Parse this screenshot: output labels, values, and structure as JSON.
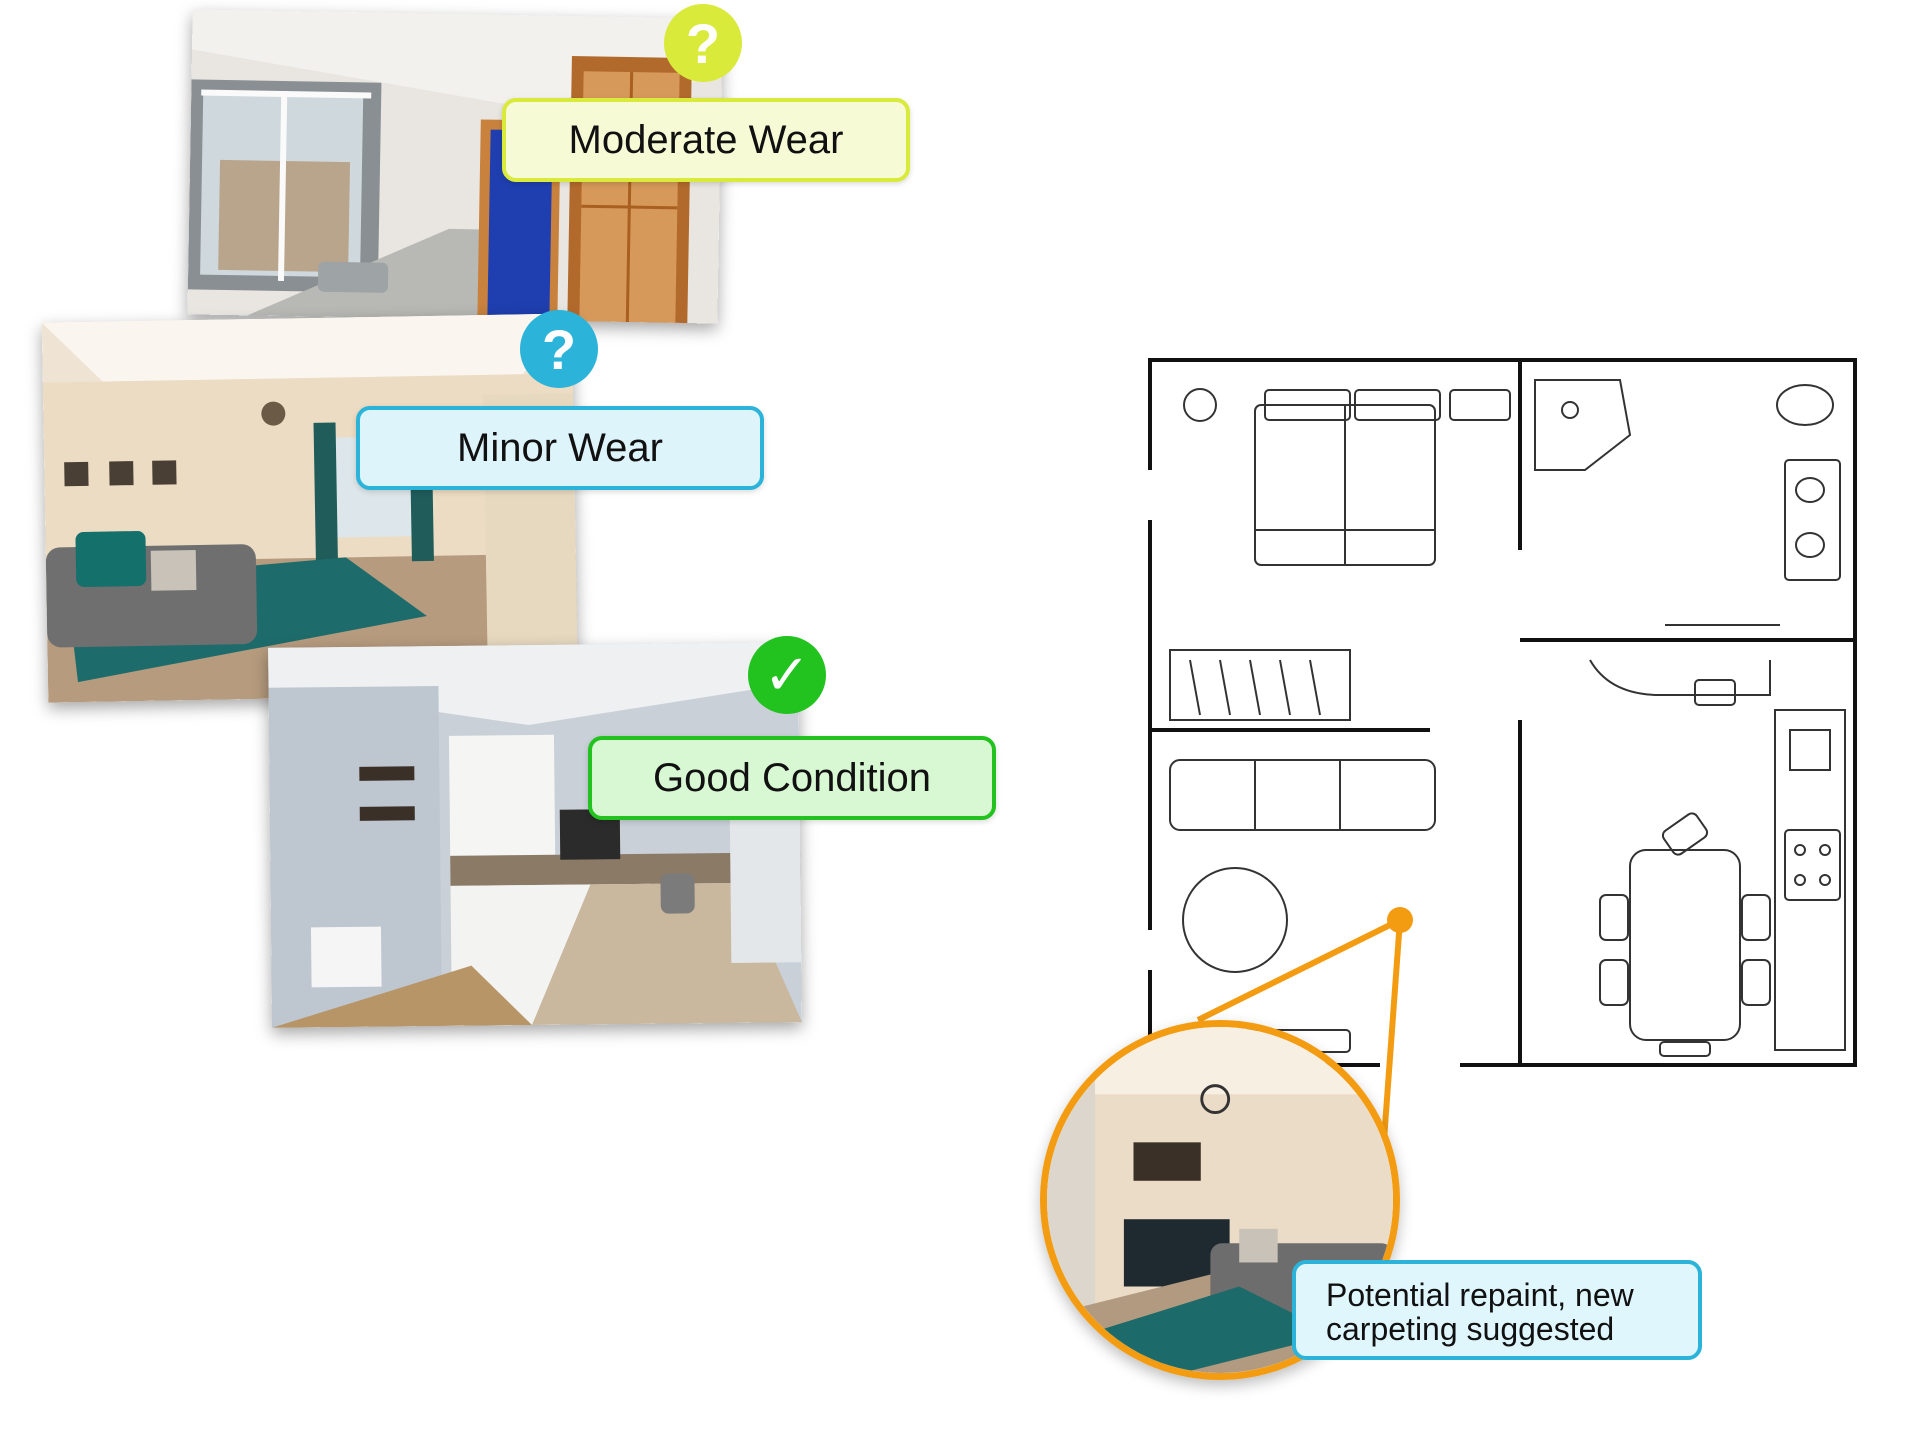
{
  "photos": [
    {
      "room": "kitchen-window",
      "label": "Moderate Wear",
      "badge_icon": "question-mark-icon",
      "badge_glyph": "?",
      "accent": "#d9ea3a",
      "tag_fill": "#f6fbd6"
    },
    {
      "room": "living-room",
      "label": "Minor Wear",
      "badge_icon": "question-mark-icon",
      "badge_glyph": "?",
      "accent": "#2bb3d9",
      "tag_fill": "#def4fb"
    },
    {
      "room": "kitchen",
      "label": "Good Condition",
      "badge_icon": "checkmark-icon",
      "badge_glyph": "✓",
      "accent": "#22c21f",
      "tag_fill": "#d8f7d3"
    }
  ],
  "callout": {
    "line1": "Potential repaint, new",
    "line2": "carpeting suggested",
    "accent": "#f39c12"
  }
}
